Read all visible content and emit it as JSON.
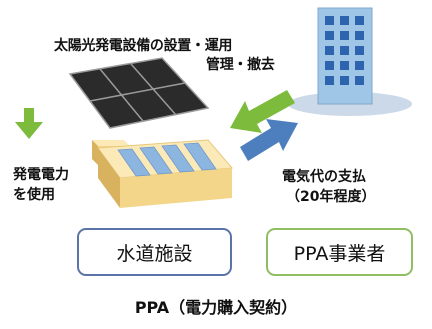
{
  "labels": {
    "install_operate_line1": "太陽光発電設備の設置・運用",
    "install_operate_line2": "管理・撤去",
    "use_power_line1": "発電電力",
    "use_power_line2": "を使用",
    "payment_line1": "電気代の支払",
    "payment_line2": "（20年程度）"
  },
  "boxes": {
    "water_facility": "水道施設",
    "ppa_operator": "PPA事業者"
  },
  "caption": "PPA（電力購入契約）",
  "colors": {
    "green_arrow": "#7dbb3c",
    "blue_arrow": "#4d7fbf",
    "panel": "#2b2b2b",
    "facility": "#f3d68a",
    "building": "#9fc6e6",
    "water_box_border": "#5a74a8",
    "ppa_box_border": "#8fbf62"
  }
}
